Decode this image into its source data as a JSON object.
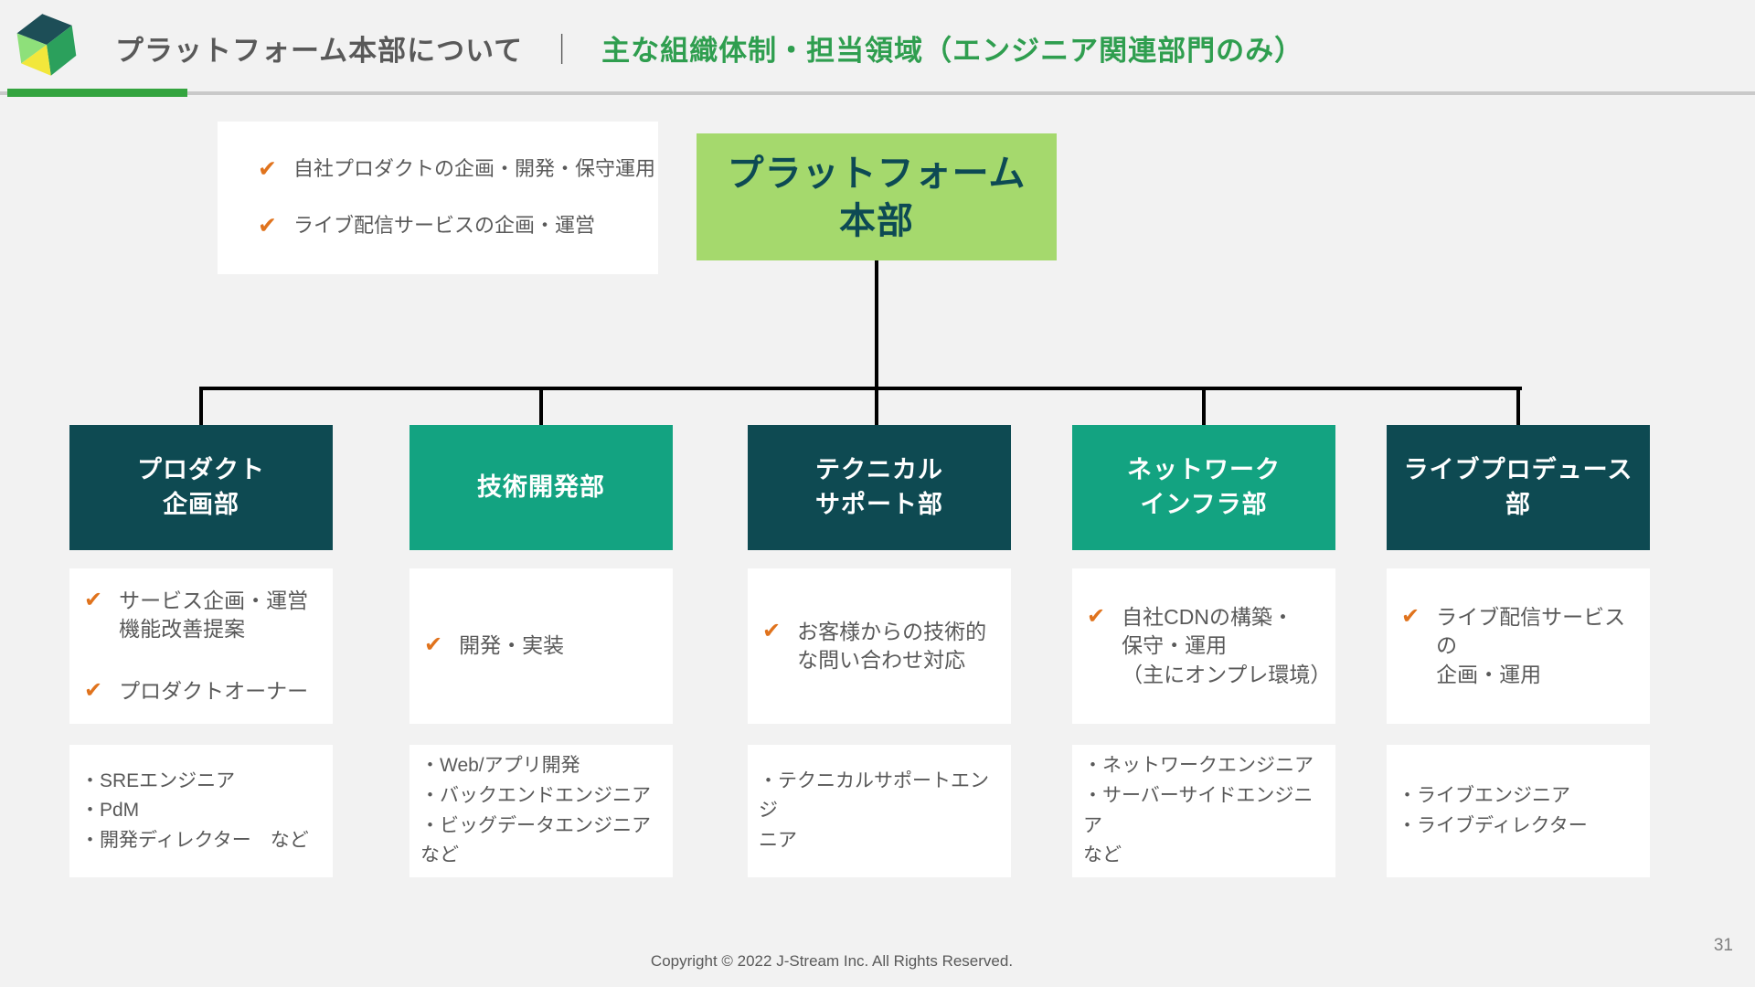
{
  "header": {
    "title_left": "プラットフォーム本部について",
    "separator": "｜",
    "title_right": "主な組織体制・担当領域（エンジニア関連部門のみ）"
  },
  "icons": {
    "check": "✔",
    "logo": "j-stream-cube-logo"
  },
  "overview": {
    "items": [
      "自社プロダクトの企画・開発・保守運用",
      "ライブ配信サービスの企画・運営"
    ]
  },
  "root": {
    "label": "プラットフォーム\n本部"
  },
  "departments": [
    {
      "name": "プロダクト\n企画部",
      "variant": "dark",
      "duties": [
        "サービス企画・運営\n機能改善提案",
        "プロダクトオーナー"
      ],
      "roles": "・SREエンジニア\n・PdM\n・開発ディレクター　など"
    },
    {
      "name": "技術開発部",
      "variant": "green",
      "duties": [
        "開発・実装"
      ],
      "roles": "・Web/アプリ開発\n・バックエンドエンジニア\n・ビッグデータエンジニア\nなど"
    },
    {
      "name": "テクニカル\nサポート部",
      "variant": "dark",
      "duties": [
        "お客様からの技術的\nな問い合わせ対応"
      ],
      "roles": "・テクニカルサポートエンジ\nニア"
    },
    {
      "name": "ネットワーク\nインフラ部",
      "variant": "green",
      "duties": [
        "自社CDNの構築・\n保守・運用\n（主にオンプレ環境）"
      ],
      "roles": "・ネットワークエンジニア\n・サーバーサイドエンジニア\nなど"
    },
    {
      "name": "ライブプロデュース\n部",
      "variant": "dark",
      "duties": [
        "ライブ配信サービスの\n企画・運用"
      ],
      "roles": "・ライブエンジニア\n・ライブディレクター"
    }
  ],
  "footer": {
    "copyright": "Copyright © 2022 J-Stream Inc. All Rights Reserved.",
    "page_number": "31"
  },
  "colors": {
    "background": "#f2f2f2",
    "title_text": "#595959",
    "title_accent": "#2f9e4f",
    "underline_green": "#34a43f",
    "underline_gray": "#c9c9c9",
    "root_box_bg": "#a5d96d",
    "root_box_text": "#0d4a54",
    "dept_dark": "#0e4a52",
    "dept_green": "#13a381",
    "dept_text": "#ffffff",
    "check_orange": "#e0731d",
    "body_text": "#595959",
    "box_bg": "#ffffff",
    "connector": "#000000",
    "logo_top": "#1d4e57",
    "logo_right": "#2ba05c",
    "logo_left_upper": "#8ee07a",
    "logo_left_lower": "#f2e73b"
  }
}
